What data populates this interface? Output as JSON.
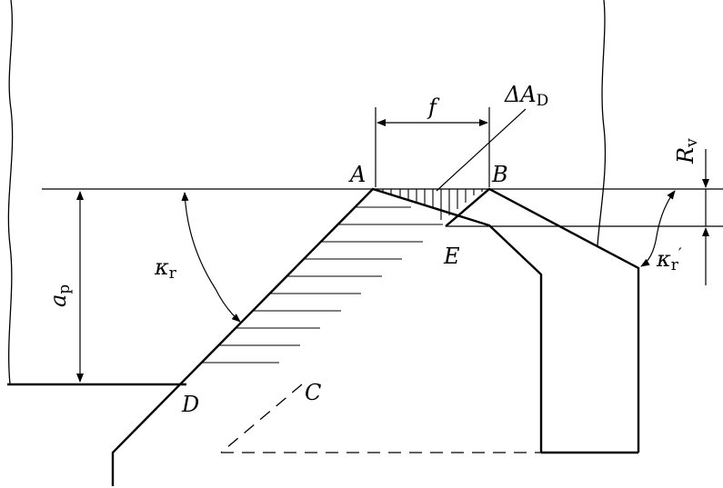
{
  "labels": {
    "A": "A",
    "B": "B",
    "C": "C",
    "D": "D",
    "E": "E",
    "feed": "f",
    "delta_area_symbol": "ΔA",
    "delta_area_sub": "D",
    "depth_symbol": "a",
    "depth_sub": "p",
    "kappa_symbol": "κ",
    "kappa_sub": "r",
    "kappa_minor_symbol": "κ",
    "kappa_minor_sub": "r",
    "kappa_minor_prime": "′",
    "roughness_symbol": "R",
    "roughness_sub": "v"
  }
}
